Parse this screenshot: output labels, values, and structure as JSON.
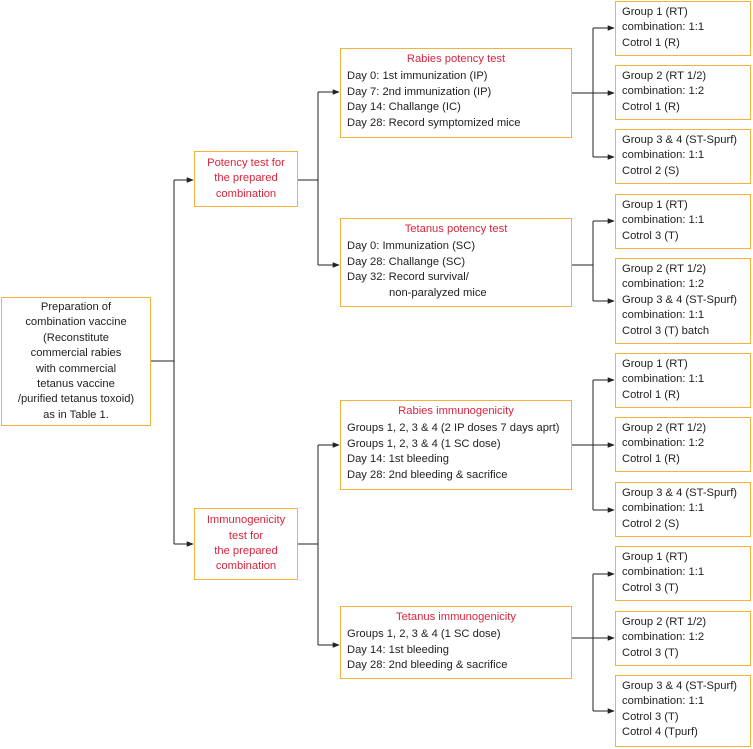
{
  "root": {
    "lines": [
      "Preparation of",
      "combination vaccine",
      "(Reconstitute",
      "commercial rabies",
      "with commercial",
      "tetanus vaccine",
      "/purified tetanus toxoid)",
      "as in Table 1."
    ]
  },
  "potency": {
    "lines": [
      "Potency test for",
      "the prepared",
      "combination"
    ]
  },
  "immuno": {
    "lines": [
      "Immunogenicity",
      "test for",
      "the prepared",
      "combination"
    ]
  },
  "rabies_potency": {
    "title": "Rabies potency test",
    "lines": [
      "Day 0: 1st immunization (IP)",
      "Day 7: 2nd immunization (IP)",
      "Day 14: Challange (IC)",
      "Day 28: Record symptomized mice"
    ]
  },
  "tetanus_potency": {
    "title": "Tetanus potency test",
    "lines": [
      "Day 0: Immunization (SC)",
      "Day 28: Challange (SC)",
      "Day 32: Record survival/"
    ],
    "cont": "non-paralyzed mice"
  },
  "rabies_immuno": {
    "title": "Rabies immunogenicity",
    "lines": [
      "Groups 1, 2, 3 & 4 (2 IP doses 7 days aprt)",
      "Groups 1, 2, 3 & 4 (1 SC dose)",
      "Day 14: 1st bleeding",
      "Day 28: 2nd bleeding & sacrifice"
    ]
  },
  "tetanus_immuno": {
    "title": "Tetanus immunogenicity",
    "lines": [
      "Groups 1, 2, 3 & 4 (1 SC dose)",
      "Day 14: 1st bleeding",
      "Day 28: 2nd bleeding & sacrifice"
    ]
  },
  "groups": [
    {
      "lines": [
        "Group 1 (RT)",
        "combination: 1:1",
        "Cotrol 1 (R)"
      ]
    },
    {
      "lines": [
        "Group 2 (RT 1/2)",
        "combination: 1:2",
        "Cotrol 1 (R)"
      ]
    },
    {
      "lines": [
        "Group 3 & 4 (ST-Spurf)",
        "combination: 1:1",
        "Cotrol 2 (S)"
      ]
    },
    {
      "lines": [
        "Group 1 (RT)",
        "combination: 1:1",
        "Cotrol 3 (T)"
      ]
    },
    {
      "lines": [
        "Group 2 (RT 1/2)",
        "combination: 1:2",
        "Group 3 & 4 (ST-Spurf)",
        "combination: 1:1",
        "Cotrol 3 (T) batch"
      ]
    },
    {
      "lines": [
        "Group 1 (RT)",
        "combination: 1:1",
        "Cotrol 1 (R)"
      ]
    },
    {
      "lines": [
        "Group 2 (RT 1/2)",
        "combination: 1:2",
        "Cotrol 1 (R)"
      ]
    },
    {
      "lines": [
        "Group 3 & 4 (ST-Spurf)",
        "combination: 1:1",
        "Cotrol 2 (S)"
      ]
    },
    {
      "lines": [
        "Group 1 (RT)",
        "combination: 1:1",
        "Cotrol 3 (T)"
      ]
    },
    {
      "lines": [
        "Group 2 (RT 1/2)",
        "combination: 1:2",
        "Cotrol 3 (T)"
      ]
    },
    {
      "lines": [
        "Group 3 & 4 (ST-Spurf)",
        "combination: 1:1",
        "Cotrol 3 (T)",
        "Cotrol 4 (Tpurf)"
      ]
    }
  ]
}
